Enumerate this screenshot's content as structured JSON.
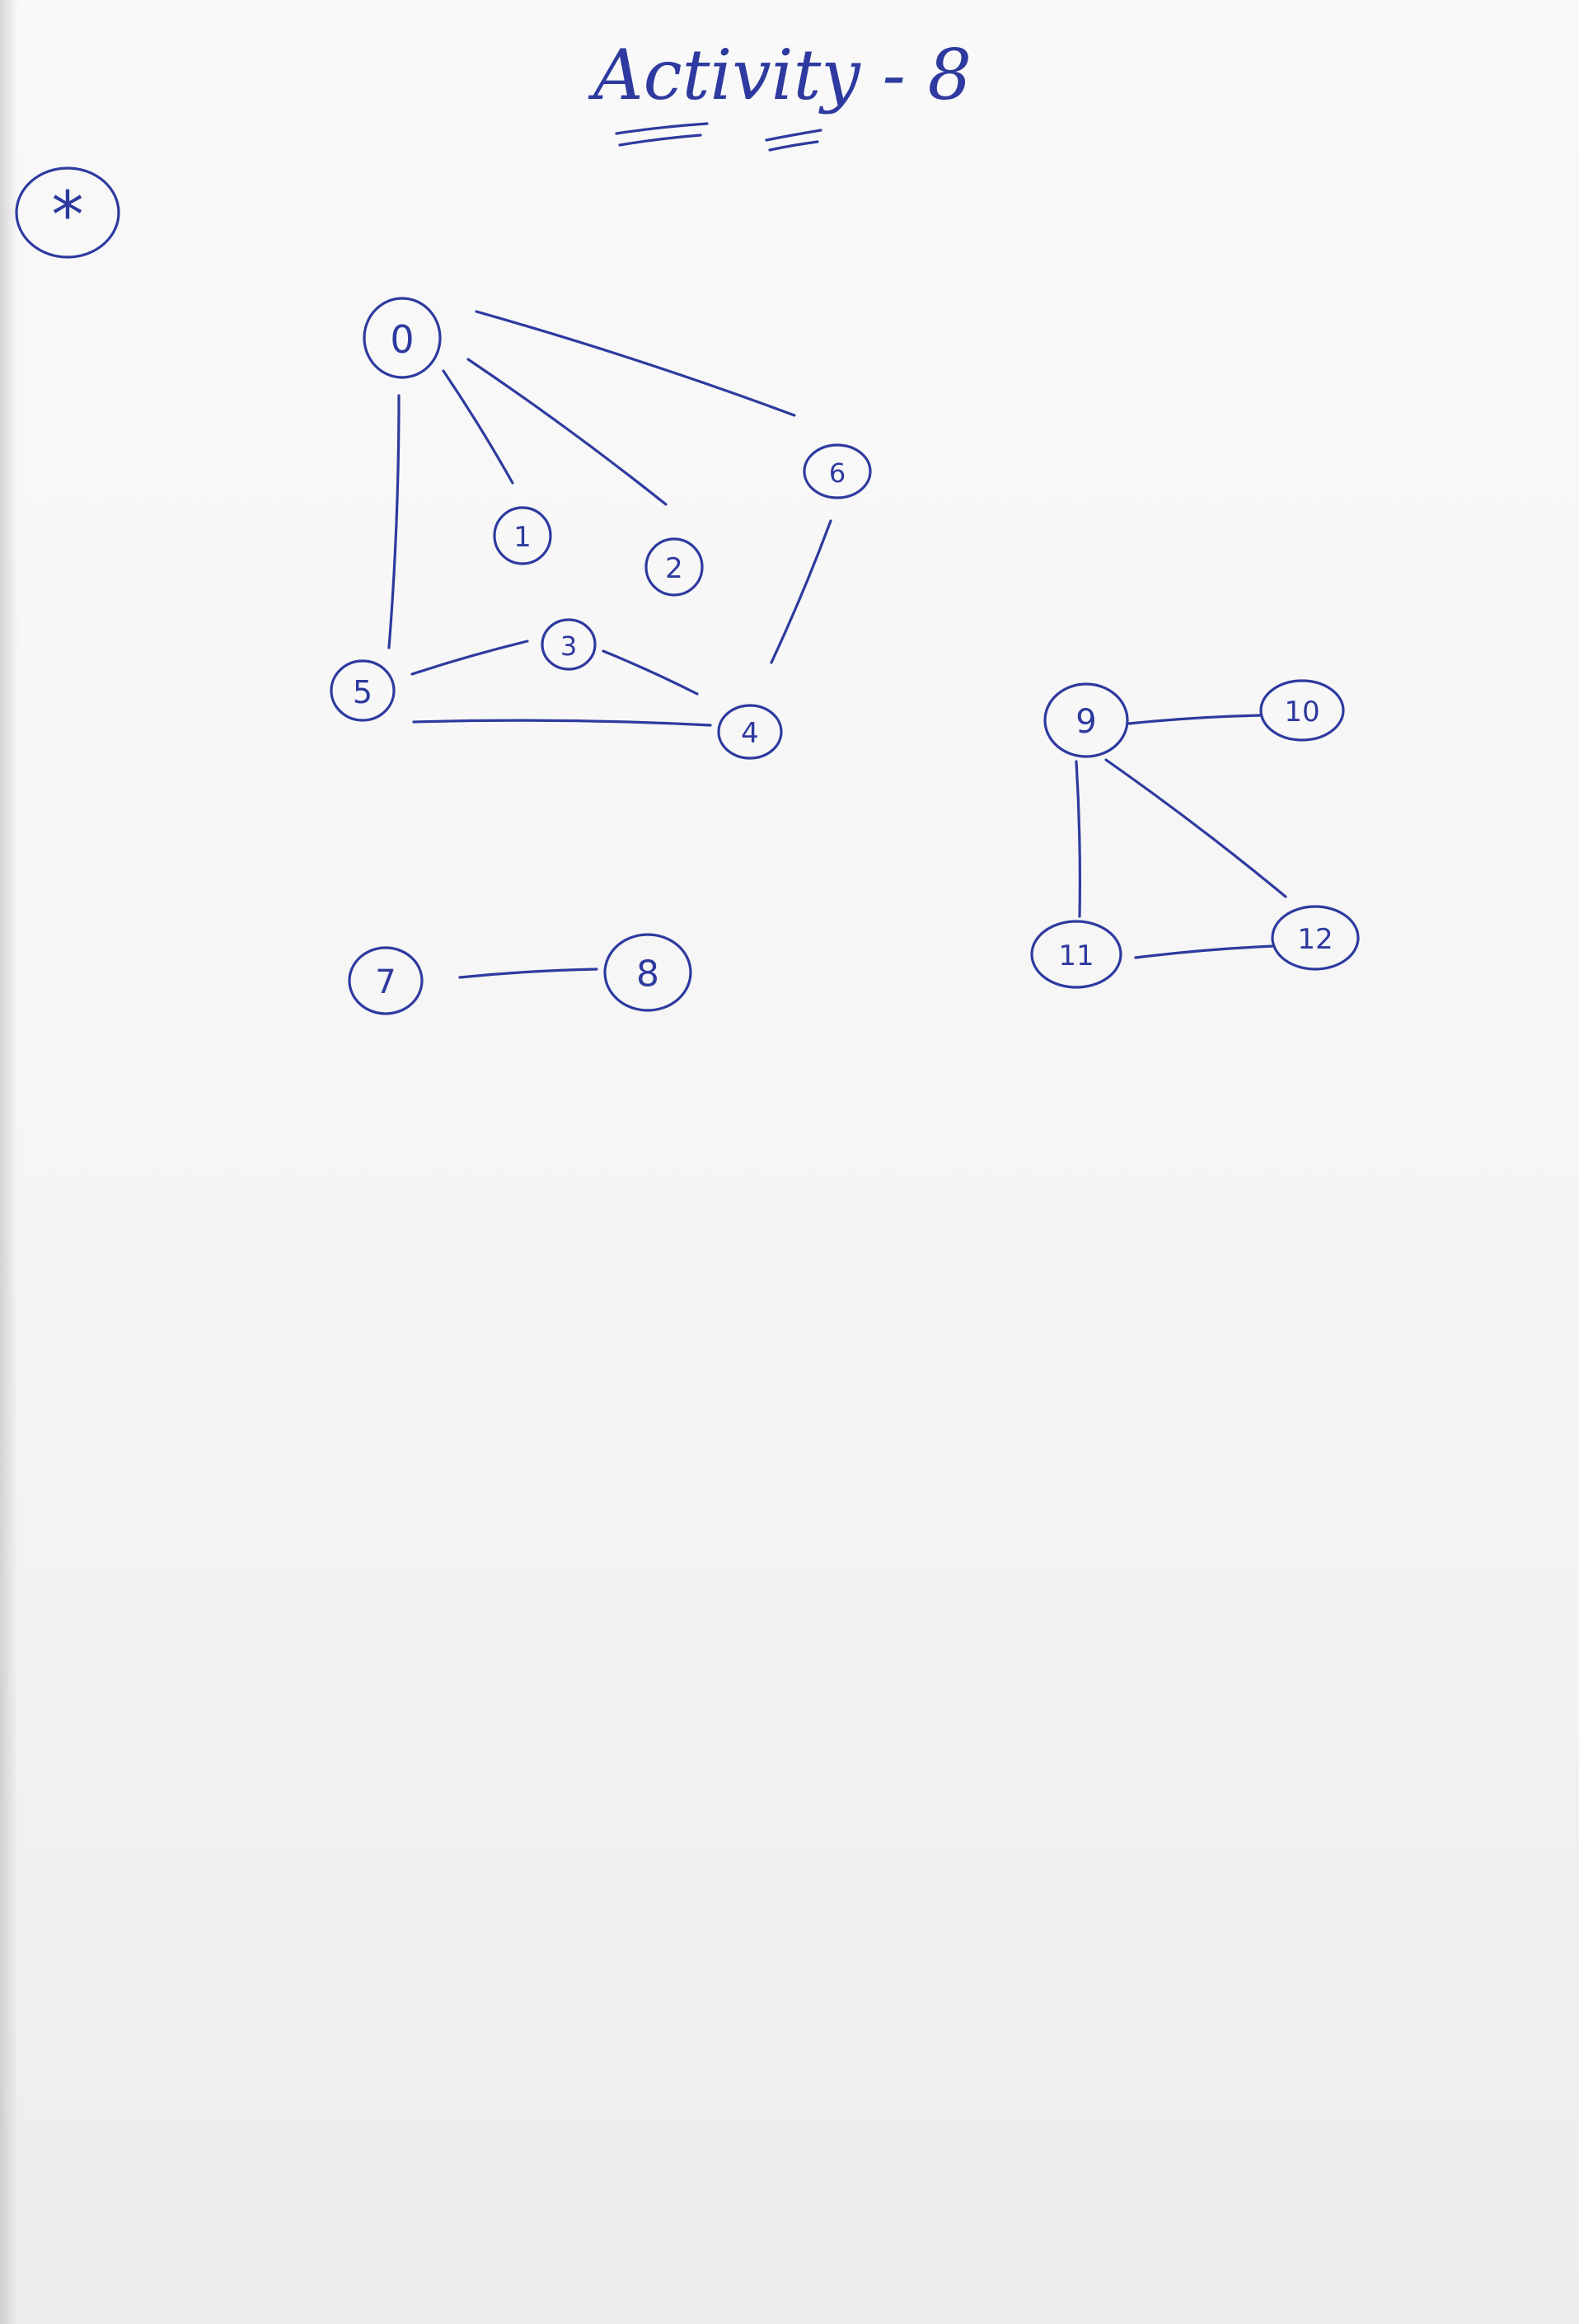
{
  "page": {
    "title": "Activity - 8",
    "marker": "*"
  },
  "graph": {
    "nodes": [
      {
        "id": "0",
        "label": "0"
      },
      {
        "id": "1",
        "label": "1"
      },
      {
        "id": "2",
        "label": "2"
      },
      {
        "id": "3",
        "label": "3"
      },
      {
        "id": "4",
        "label": "4"
      },
      {
        "id": "5",
        "label": "5"
      },
      {
        "id": "6",
        "label": "6"
      },
      {
        "id": "7",
        "label": "7"
      },
      {
        "id": "8",
        "label": "8"
      },
      {
        "id": "9",
        "label": "9"
      },
      {
        "id": "10",
        "label": "10"
      },
      {
        "id": "11",
        "label": "11"
      },
      {
        "id": "12",
        "label": "12"
      }
    ],
    "edges": [
      {
        "from": "0",
        "to": "1"
      },
      {
        "from": "0",
        "to": "2"
      },
      {
        "from": "0",
        "to": "6"
      },
      {
        "from": "0",
        "to": "5"
      },
      {
        "from": "5",
        "to": "3"
      },
      {
        "from": "3",
        "to": "4"
      },
      {
        "from": "5",
        "to": "4"
      },
      {
        "from": "6",
        "to": "4"
      },
      {
        "from": "7",
        "to": "8"
      },
      {
        "from": "9",
        "to": "10"
      },
      {
        "from": "9",
        "to": "11"
      },
      {
        "from": "9",
        "to": "12"
      },
      {
        "from": "11",
        "to": "12"
      }
    ]
  },
  "colors": {
    "ink": "#2e3a9f",
    "paper": "#f7f7f7"
  }
}
